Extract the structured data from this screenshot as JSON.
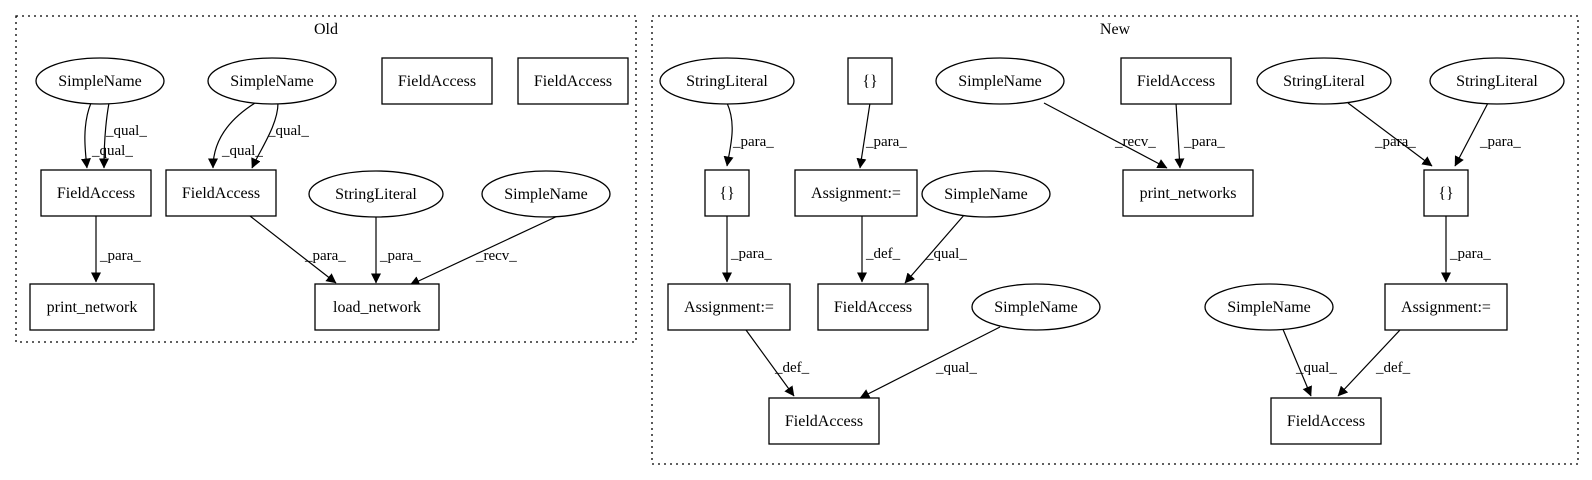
{
  "clusters": {
    "old": {
      "title": "Old"
    },
    "new": {
      "title": "New"
    }
  },
  "nodes": {
    "o_sn1": "SimpleName",
    "o_sn2": "SimpleName",
    "o_fa_top1": "FieldAccess",
    "o_fa_top2": "FieldAccess",
    "o_fa1": "FieldAccess",
    "o_fa2": "FieldAccess",
    "o_sl": "StringLiteral",
    "o_sn3": "SimpleName",
    "o_print": "print_network",
    "o_load": "load_network",
    "n_sl1": "StringLiteral",
    "n_br_top": "{}",
    "n_sn_top": "SimpleName",
    "n_fa_top": "FieldAccess",
    "n_sl2": "StringLiteral",
    "n_sl3": "StringLiteral",
    "n_br1": "{}",
    "n_assign_mid": "Assignment:=",
    "n_sn_mid": "SimpleName",
    "n_print": "print_networks",
    "n_br2": "{}",
    "n_assign1": "Assignment:=",
    "n_fa_mid": "FieldAccess",
    "n_sn_low1": "SimpleName",
    "n_sn_low2": "SimpleName",
    "n_assign2": "Assignment:=",
    "n_fa_bot1": "FieldAccess",
    "n_fa_bot2": "FieldAccess"
  },
  "edges": {
    "qual": "_qual_",
    "para": "_para_",
    "recv": "_recv_",
    "def": "_def_"
  }
}
